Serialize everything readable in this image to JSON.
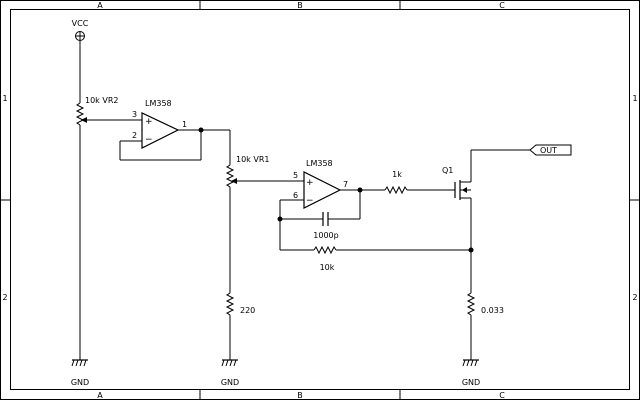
{
  "frame": {
    "columns": [
      "A",
      "B",
      "C"
    ],
    "rows": [
      "1",
      "2"
    ]
  },
  "power": {
    "vcc_label": "VCC",
    "gnd_label": "GND"
  },
  "components": {
    "vr2": "10k VR2",
    "vr1": "10k VR1",
    "opamp1": {
      "label": "LM358",
      "pin_noninv": "3",
      "pin_inv": "2",
      "pin_out": "1",
      "sym_plus": "+",
      "sym_minus": "−"
    },
    "opamp2": {
      "label": "LM358",
      "pin_noninv": "5",
      "pin_inv": "6",
      "pin_out": "7",
      "sym_plus": "+",
      "sym_minus": "−"
    },
    "r_220": "220",
    "r_1k": "1k",
    "c_1000p": "1000p",
    "r_10k": "10k",
    "q1": "Q1",
    "r_sense": "0.033",
    "out_port": "OUT"
  }
}
